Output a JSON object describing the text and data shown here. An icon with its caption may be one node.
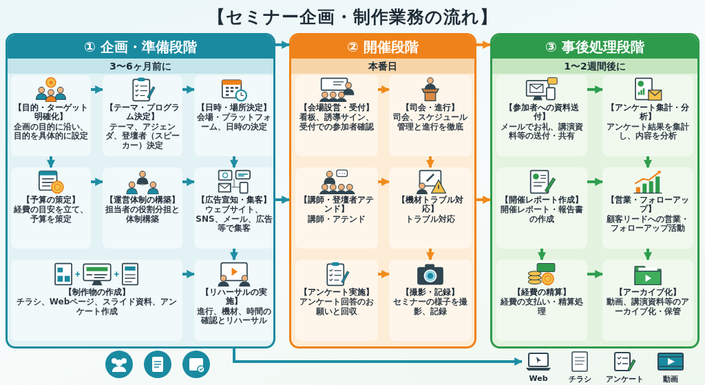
{
  "diagram": {
    "title": "【セミナー企画・制作業務の流れ】",
    "nodes": [
      {
        "text": [
          "① 企画・準備段階",
          "3〜6ヶ月前に"
        ]
      },
      {
        "text": [
          "【目的・ターゲット明確化】",
          "企画の目的に沿い、目的を具体的に設定"
        ],
        "in": 0
      },
      {
        "text": [
          "【テーマ・プログラム決定】",
          "テーマ、アジェンダ、登壇者（スピーカー）決定"
        ],
        "in": 0
      },
      {
        "text": [
          "【日時・場所決定】",
          "会場・プラットフォーム、日時の決定"
        ],
        "in": 0
      },
      {
        "text": [
          "【予算の策定】",
          "経費の目安を立て、予算を策定"
        ],
        "in": 0
      },
      {
        "text": [
          "【運営体制の構築】",
          "担当者の役割分担と体制構築"
        ],
        "in": 0
      },
      {
        "text": [
          "【広告宣知・集客】",
          "ウェブサイト、SNS、メール、広告等で集客"
        ],
        "in": 0
      },
      {
        "text": [
          "【制作物の作成】",
          "チラシ、Webページ、スライド資料、アンケート作成"
        ],
        "in": 0
      },
      {
        "text": [
          "【リハーサルの実施】",
          "進行、機材、時間の確認とリハーサル"
        ],
        "in": 0
      },
      {
        "text": [
          "② 開催段階",
          "本番日"
        ]
      },
      {
        "text": [
          "【会場設営・受付】",
          "看板、誘導サイン、受付での参加者確認"
        ],
        "in": 9
      },
      {
        "text": [
          "【司会・進行】",
          "司会、スケジュール管理と進行を徹底"
        ],
        "in": 9
      },
      {
        "text": [
          "【講師・登壇者アテンド】",
          "講師・アテンド"
        ],
        "in": 9
      },
      {
        "text": [
          "【機材トラブル対応】",
          "トラブル対応"
        ],
        "in": 9
      },
      {
        "text": [
          "【アンケート実施】",
          "アンケート回答のお願いと回収"
        ],
        "in": 9
      },
      {
        "text": [
          "【撮影・記録】",
          "セミナーの様子を撮影、記録"
        ],
        "in": 9
      },
      {
        "text": [
          "③ 事後処理段階",
          "1〜2週間後に"
        ]
      },
      {
        "text": [
          "【参加者への資料送付】",
          "メールでお礼、講演資料等の送付・共有"
        ],
        "in": 16
      },
      {
        "text": [
          "【アンケート集計・分析】",
          "アンケート結果を集計し、内容を分析"
        ],
        "in": 16
      },
      {
        "text": [
          "【開催レポート作成】",
          "開催レポート・報告書の作成"
        ],
        "in": 16
      },
      {
        "text": [
          "【営業・フォローアップ】",
          "顧客リードへの営業・フォローアップ活動"
        ],
        "in": 16
      },
      {
        "text": [
          "【経費の精算】",
          "経費の支払い・精算処理"
        ],
        "in": 16
      },
      {
        "text": [
          "【アーカイブ化】",
          "動画、講演資料等のアーカイブ化・保管"
        ],
        "in": 16
      },
      {
        "text": [
          "Web"
        ]
      },
      {
        "text": [
          "チラシ"
        ]
      },
      {
        "text": [
          "アンケート"
        ]
      },
      {
        "text": [
          "動画"
        ]
      }
    ],
    "edges": [
      {
        "from": 0,
        "to": 9,
        "arrow": "to"
      },
      {
        "from": 0,
        "to": 9,
        "arrow": "to"
      },
      {
        "from": 9,
        "to": 16,
        "arrow": "to",
        "color": "#f08a1c"
      },
      {
        "from": 9,
        "to": 16,
        "arrow": "to",
        "color": "#f08a1c"
      },
      {
        "from": 0,
        "to": 23,
        "arrow": "to"
      },
      {
        "from": 1,
        "to": 2,
        "arrow": "to"
      },
      {
        "from": 2,
        "to": 3,
        "arrow": "to"
      },
      {
        "from": 1,
        "to": 4,
        "arrow": "to"
      },
      {
        "from": 3,
        "to": 6,
        "arrow": "to"
      },
      {
        "from": 4,
        "to": 5,
        "arrow": "to"
      },
      {
        "from": 5,
        "to": 6,
        "arrow": "to"
      },
      {
        "from": 6,
        "to": 8,
        "arrow": "to"
      },
      {
        "from": 7,
        "to": 8,
        "arrow": "to"
      },
      {
        "from": 10,
        "to": 11,
        "arrow": "to",
        "color": "#f08a1c"
      },
      {
        "from": 11,
        "to": 13,
        "arrow": "to",
        "color": "#f08a1c"
      },
      {
        "from": 12,
        "to": 13,
        "arrow": "to",
        "color": "#f08a1c"
      },
      {
        "from": 13,
        "to": 15,
        "arrow": "to",
        "color": "#f08a1c"
      },
      {
        "from": 14,
        "to": 15,
        "arrow": "to",
        "color": "#f08a1c"
      },
      {
        "from": 17,
        "to": 18,
        "arrow": "to",
        "color": "#2e9e4f"
      },
      {
        "from": 18,
        "to": 20,
        "arrow": "to",
        "color": "#2e9e4f"
      },
      {
        "from": 19,
        "to": 20,
        "arrow": "to",
        "color": "#2e9e4f"
      },
      {
        "from": 19,
        "to": 21,
        "arrow": "to",
        "color": "#2e9e4f"
      },
      {
        "from": 20,
        "to": 22,
        "arrow": "to",
        "color": "#2e9e4f"
      },
      {
        "from": 21,
        "to": 22,
        "arrow": "to",
        "color": "#2e9e4f"
      }
    ]
  }
}
